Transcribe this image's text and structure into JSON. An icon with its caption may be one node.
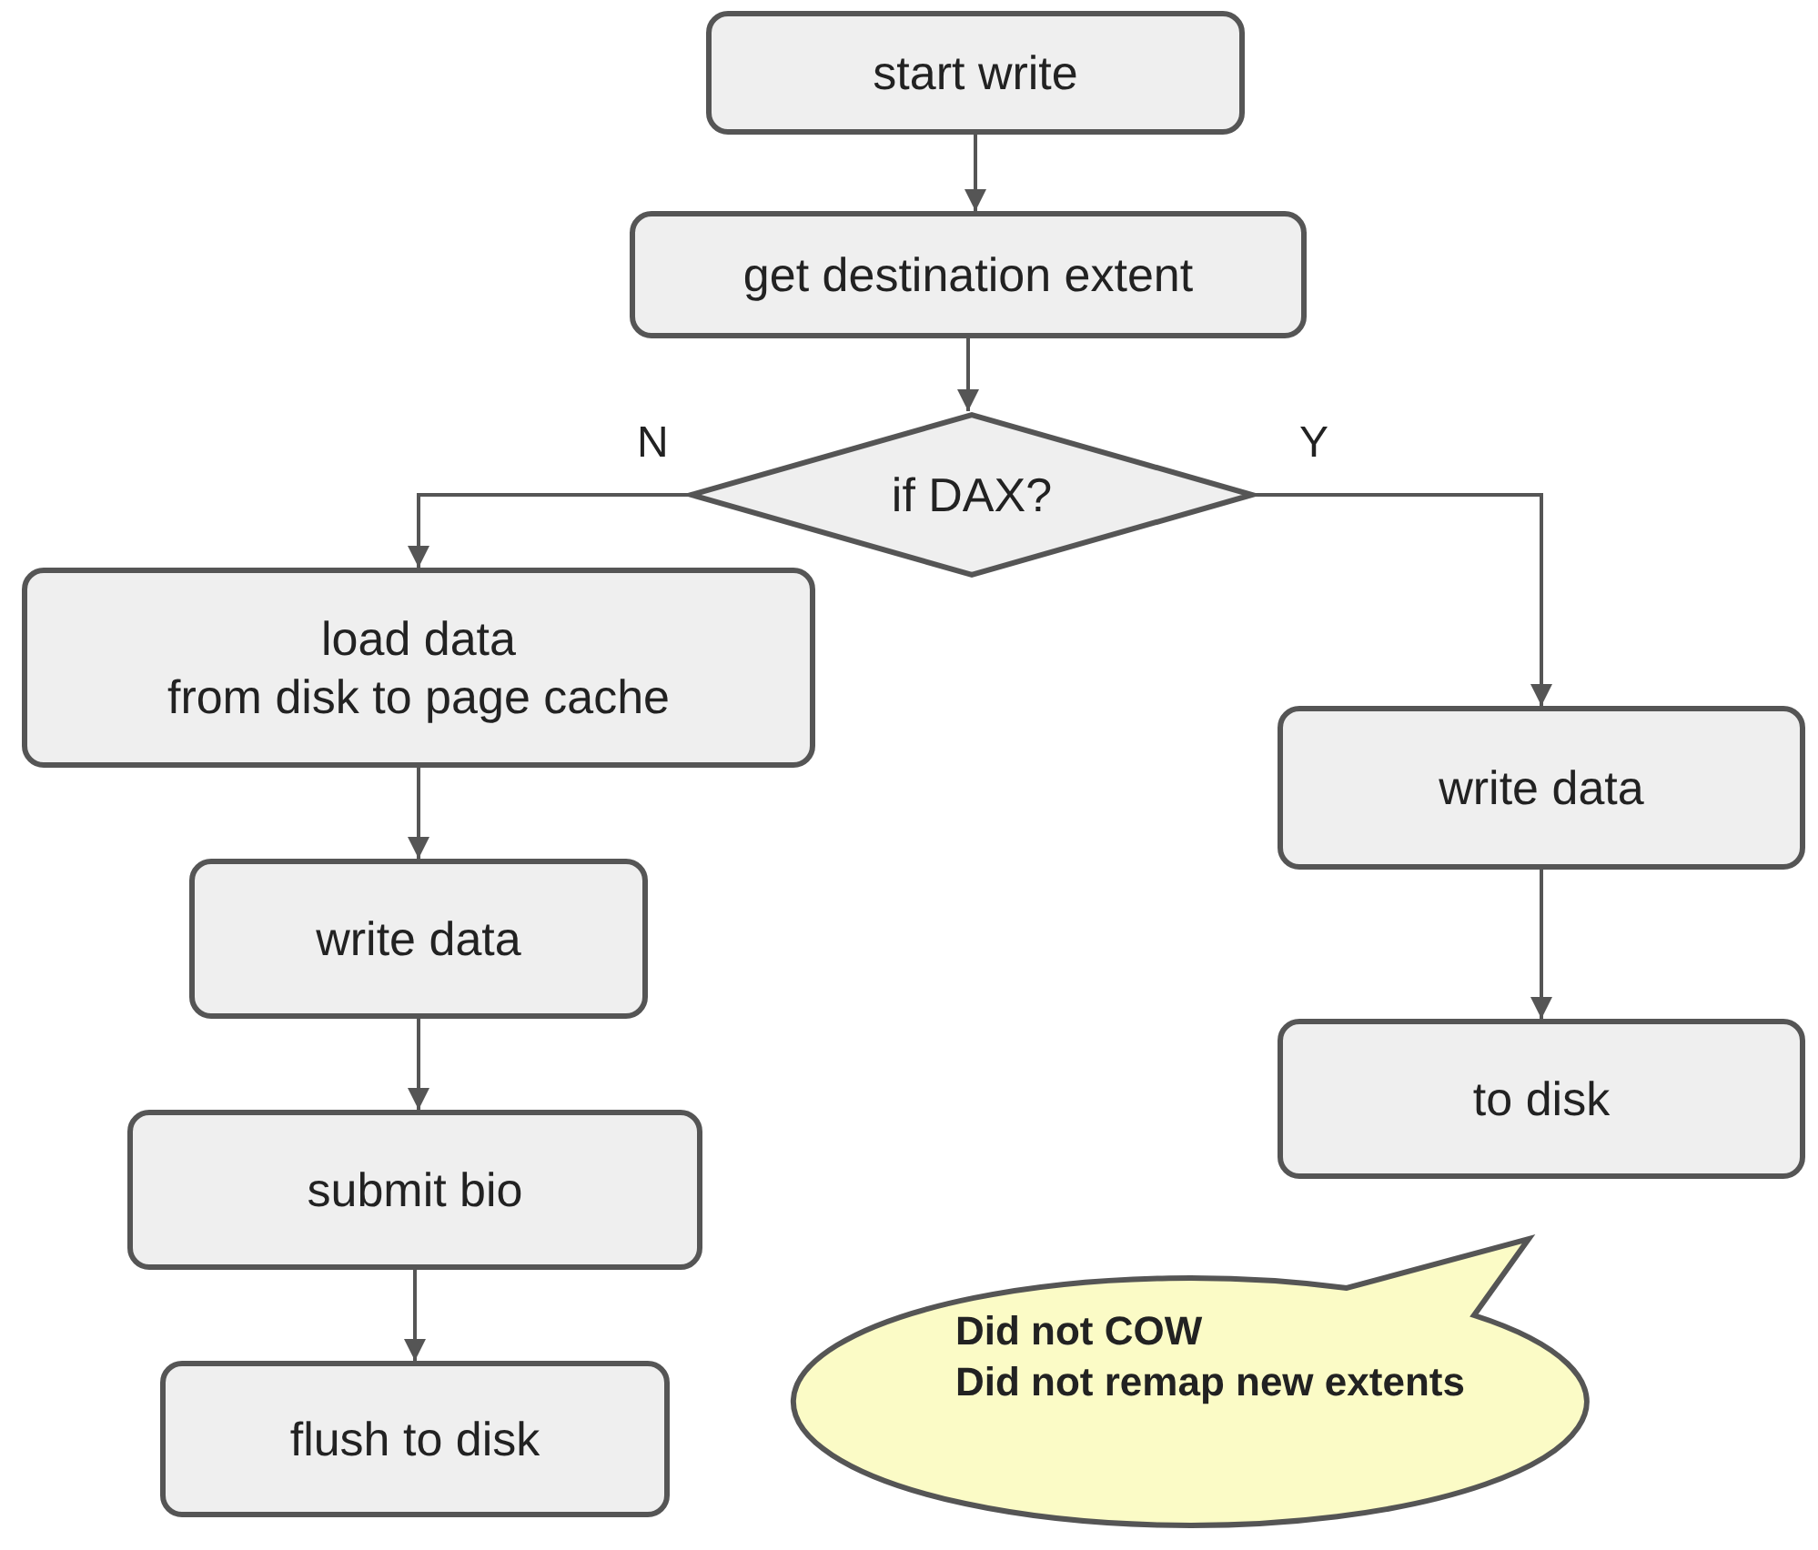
{
  "diagram": {
    "nodes": [
      {
        "text": [
          "start write"
        ]
      },
      {
        "text": [
          "get destination extent"
        ]
      },
      {
        "text": [
          "if DAX?"
        ]
      },
      {
        "text": [
          "load data",
          "from disk to page cache"
        ]
      },
      {
        "text": [
          "write data"
        ]
      },
      {
        "text": [
          "submit bio"
        ]
      },
      {
        "text": [
          "flush to disk"
        ]
      },
      {
        "text": [
          "write data"
        ]
      },
      {
        "text": [
          "to disk"
        ]
      },
      {
        "text": [
          "Did not COW",
          "Did not remap new extents"
        ]
      }
    ],
    "edges": [
      {
        "from": 0,
        "to": 1,
        "arrow": "to"
      },
      {
        "from": 1,
        "to": 2,
        "arrow": "to"
      },
      {
        "from": 2,
        "to": 3,
        "arrow": "to",
        "label": "N"
      },
      {
        "from": 2,
        "to": 7,
        "arrow": "to",
        "label": "Y"
      },
      {
        "from": 3,
        "to": 4,
        "arrow": "to"
      },
      {
        "from": 4,
        "to": 5,
        "arrow": "to"
      },
      {
        "from": 5,
        "to": 6,
        "arrow": "to"
      },
      {
        "from": 7,
        "to": 8,
        "arrow": "to"
      }
    ]
  }
}
